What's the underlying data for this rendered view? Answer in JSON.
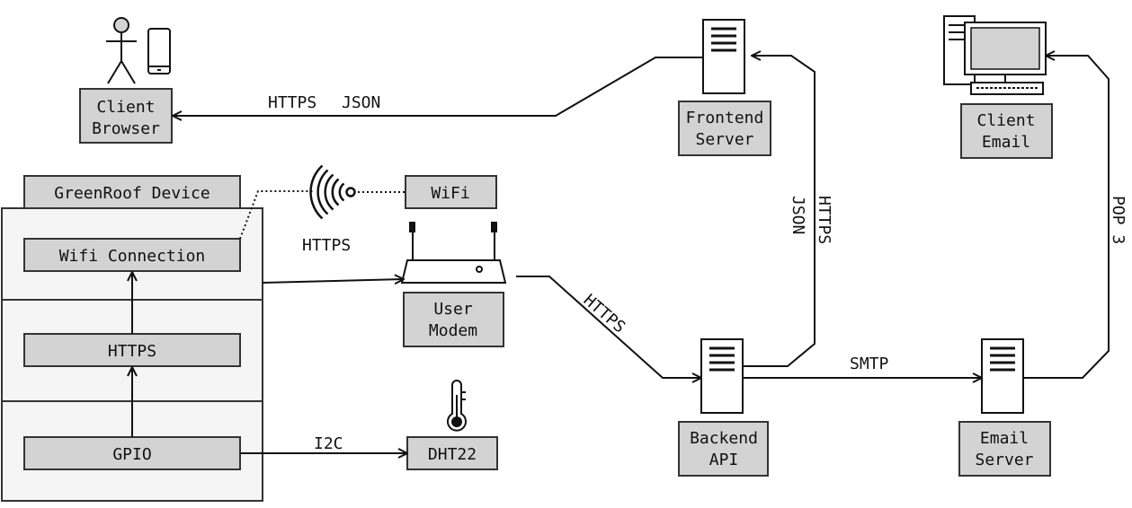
{
  "device": {
    "title": "GreenRoof Device",
    "layers": [
      "Wifi Connection",
      "HTTPS",
      "GPIO"
    ]
  },
  "nodes": {
    "client_browser": [
      "Client",
      "Browser"
    ],
    "wifi": "WiFi",
    "user_modem": [
      "User",
      "Modem"
    ],
    "dht22": "DHT22",
    "frontend_server": [
      "Frontend",
      "Server"
    ],
    "backend_api": [
      "Backend",
      "API"
    ],
    "email_server": [
      "Email",
      "Server"
    ],
    "client_email": [
      "Client",
      "Email"
    ]
  },
  "edges": {
    "browser_link_a": "HTTPS",
    "browser_link_b": "JSON",
    "device_to_modem": "HTTPS",
    "modem_to_backend": "HTTPS",
    "gpio_to_dht": "I2C",
    "backend_to_frontend_a": "HTTPS",
    "backend_to_frontend_b": "JSON",
    "backend_to_email": "SMTP",
    "email_to_client": "POP 3"
  }
}
